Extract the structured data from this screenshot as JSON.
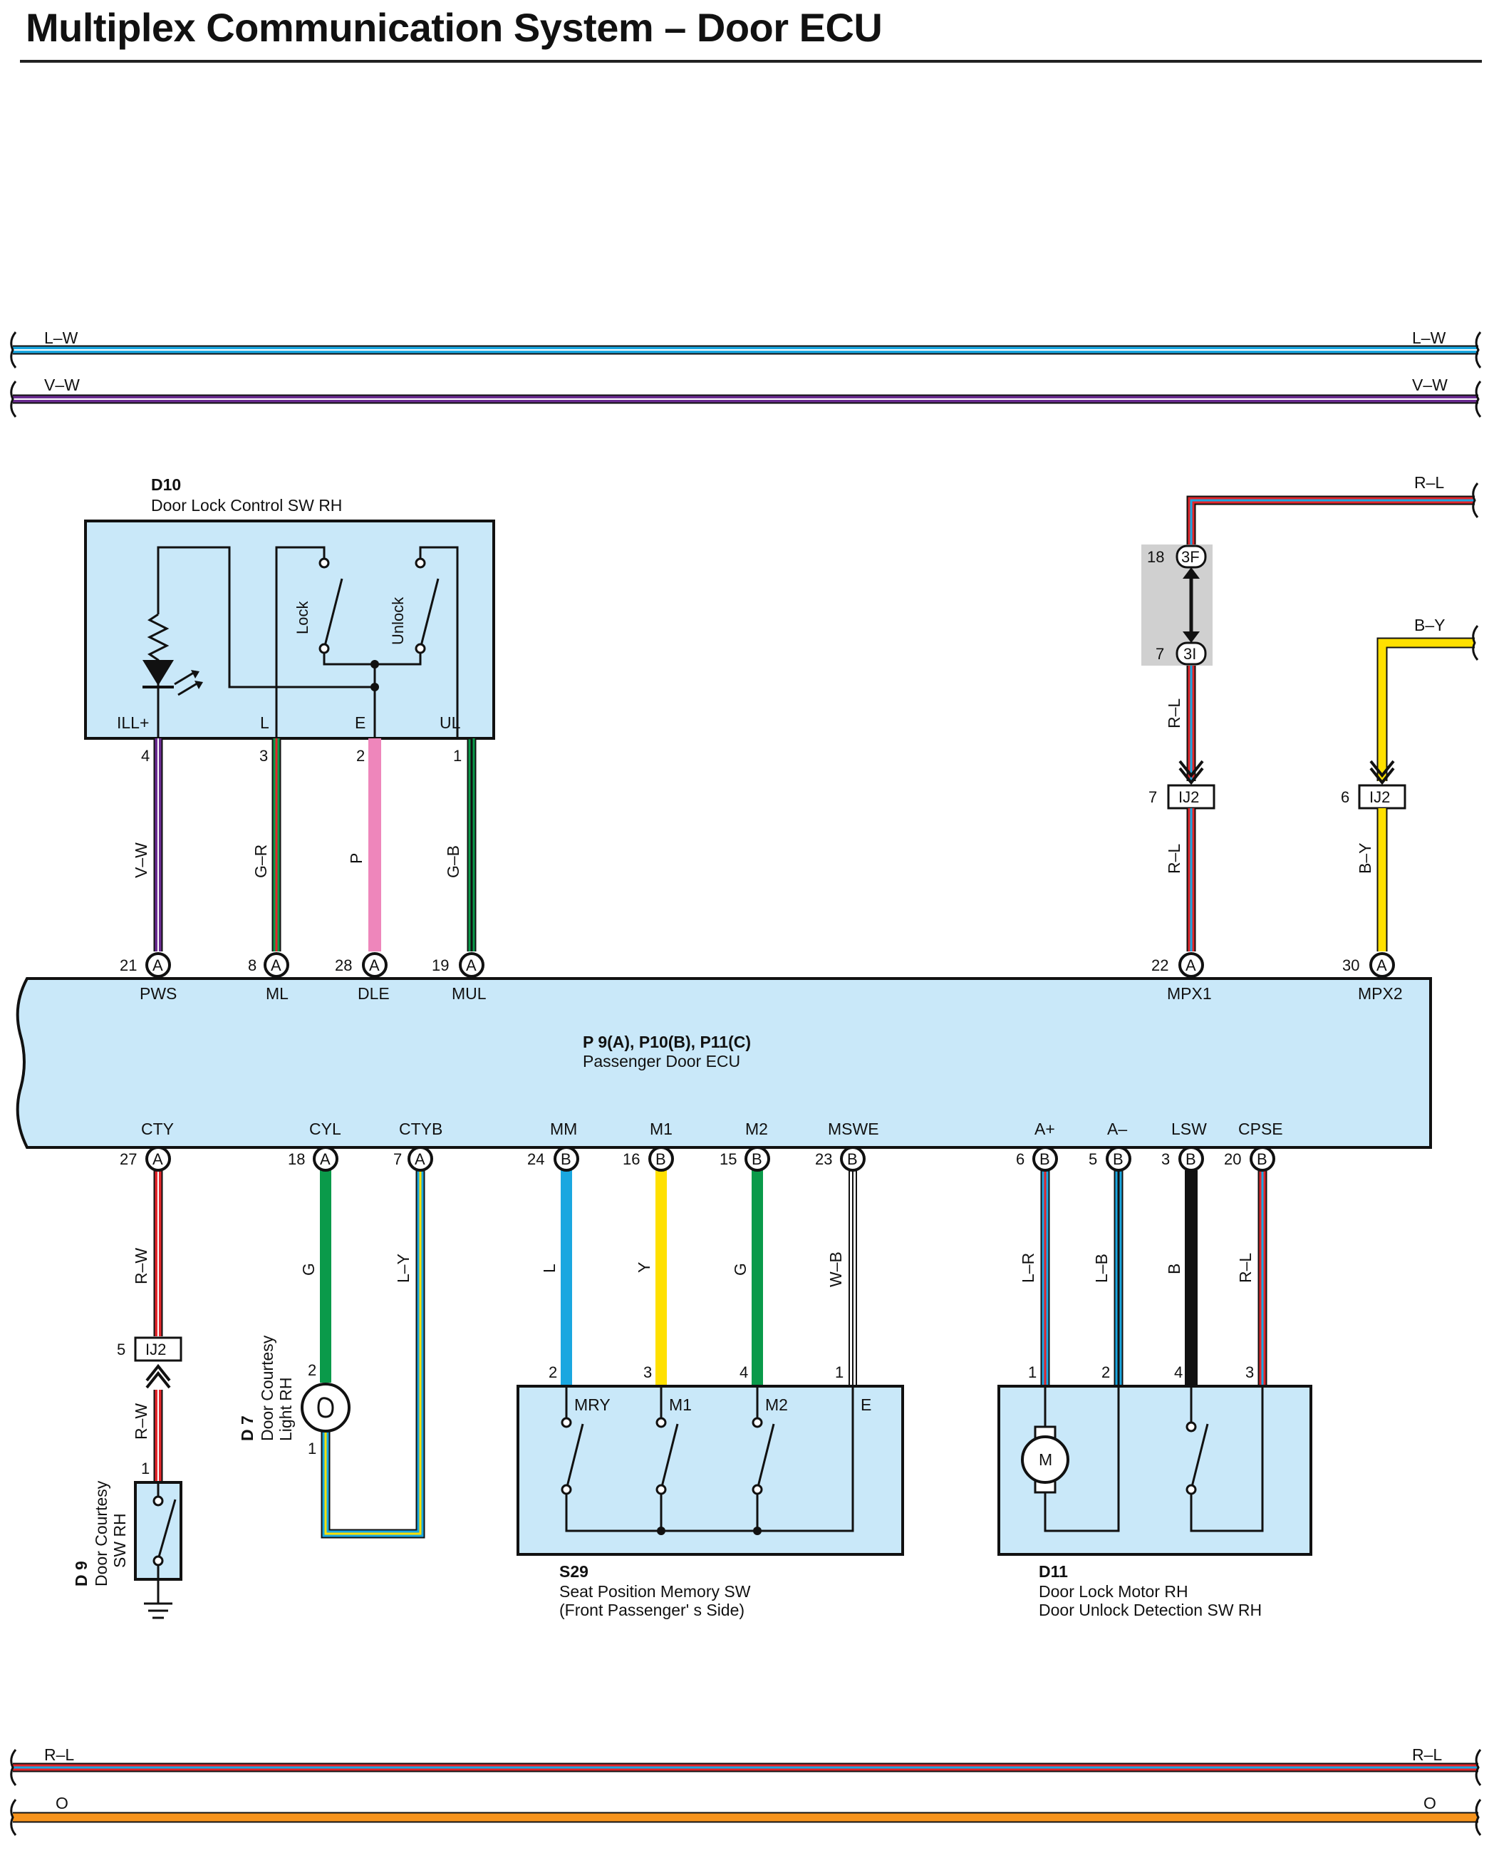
{
  "title": "Multiplex Communication System – Door ECU",
  "colors": {
    "L": "#1aa7e0",
    "V": "#6b2c91",
    "R": "#e2262b",
    "G": "#0a9a4a",
    "P": "#ee86bb",
    "Y": "#ffe000",
    "B": "#111111",
    "W": "#ffffff",
    "O": "#f7941d",
    "component_fill": "#c9e8f9",
    "connector_fill": "#d0d0d0"
  },
  "bus_lines": [
    {
      "id": "LW",
      "label": "L–W"
    },
    {
      "id": "VW",
      "label": "V–W"
    },
    {
      "id": "RL_bottom",
      "label": "R–L"
    },
    {
      "id": "O_bottom",
      "label": "O"
    }
  ],
  "d10": {
    "id": "D10",
    "name": "Door Lock Control SW RH",
    "terminals": [
      "ILL+",
      "L",
      "E",
      "UL"
    ],
    "switch_labels": [
      "Lock",
      "Unlock"
    ]
  },
  "ecu": {
    "title": "P 9(A), P10(B), P11(C)",
    "subtitle": "Passenger Door ECU",
    "top_terminals": [
      "PWS",
      "ML",
      "DLE",
      "MUL",
      "MPX1",
      "MPX2"
    ],
    "bottom_terminals": [
      "CTY",
      "CYL",
      "CTYB",
      "MM",
      "M1",
      "M2",
      "MSWE",
      "A+",
      "A–",
      "LSW",
      "CPSE"
    ]
  },
  "top_wires": [
    {
      "comp_pin": "4",
      "ecu_pin": "21",
      "conn": "A",
      "color": "V–W"
    },
    {
      "comp_pin": "3",
      "ecu_pin": "8",
      "conn": "A",
      "color": "G–R"
    },
    {
      "comp_pin": "2",
      "ecu_pin": "28",
      "conn": "A",
      "color": "P"
    },
    {
      "comp_pin": "1",
      "ecu_pin": "19",
      "conn": "A",
      "color": "G–B"
    }
  ],
  "mpx": {
    "rl_label": "R–L",
    "by_label": "B–Y",
    "junction_upper": {
      "pin": "18",
      "code": "3F"
    },
    "junction_lower": {
      "pin": "7",
      "code": "3I"
    },
    "ij2_left": {
      "pin": "7",
      "code": "IJ2"
    },
    "ij2_right": {
      "pin": "6",
      "code": "IJ2"
    },
    "ecu_pin_mpx1": "22",
    "ecu_pin_mpx2": "30",
    "conn": "A"
  },
  "bottom_wires": [
    {
      "ecu_pin": "27",
      "conn": "A",
      "color": "R–W"
    },
    {
      "ecu_pin": "18",
      "conn": "A",
      "color": "G"
    },
    {
      "ecu_pin": "7",
      "conn": "A",
      "color": "L–Y"
    },
    {
      "ecu_pin": "24",
      "conn": "B",
      "color": "L"
    },
    {
      "ecu_pin": "16",
      "conn": "B",
      "color": "Y"
    },
    {
      "ecu_pin": "15",
      "conn": "B",
      "color": "G"
    },
    {
      "ecu_pin": "23",
      "conn": "B",
      "color": "W–B"
    },
    {
      "ecu_pin": "6",
      "conn": "B",
      "color": "L–R"
    },
    {
      "ecu_pin": "5",
      "conn": "B",
      "color": "L–B"
    },
    {
      "ecu_pin": "3",
      "conn": "B",
      "color": "B"
    },
    {
      "ecu_pin": "20",
      "conn": "B",
      "color": "R–L"
    }
  ],
  "d9": {
    "id": "D 9",
    "name_line1": "Door Courtesy",
    "name_line2": "SW RH",
    "pin": "1",
    "ij2": {
      "pin": "5",
      "code": "IJ2"
    },
    "lower_wire": "R–W"
  },
  "d7": {
    "id": "D 7",
    "name_line1": "Door Courtesy",
    "name_line2": "Light RH",
    "pins": [
      "2",
      "1"
    ]
  },
  "s29": {
    "id": "S29",
    "name_line1": "Seat Position Memory SW",
    "name_line2": "(Front Passenger' s Side)",
    "pins": [
      "2",
      "3",
      "4",
      "1"
    ],
    "terminals": [
      "MRY",
      "M1",
      "M2",
      "E"
    ]
  },
  "d11": {
    "id": "D11",
    "name_line1": "Door Lock Motor RH",
    "name_line2": "Door Unlock Detection SW RH",
    "pins": [
      "1",
      "2",
      "4",
      "3"
    ],
    "motor_label": "M"
  }
}
